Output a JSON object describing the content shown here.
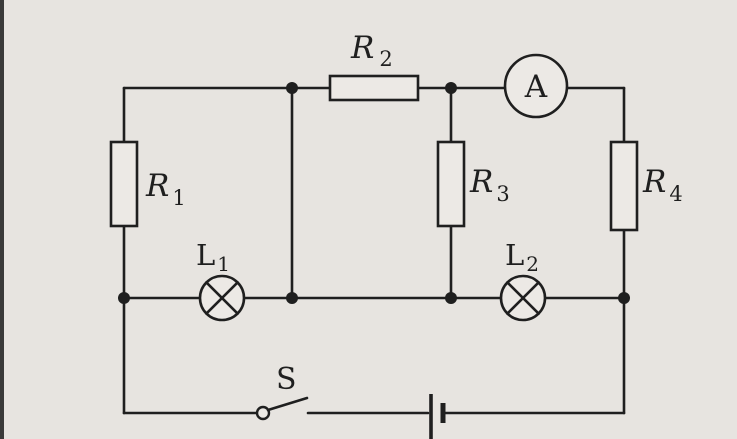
{
  "components": {
    "r1": {
      "symbol": "R",
      "sub": "1"
    },
    "r2": {
      "symbol": "R",
      "sub": "2"
    },
    "r3": {
      "symbol": "R",
      "sub": "3"
    },
    "r4": {
      "symbol": "R",
      "sub": "4"
    },
    "l1": {
      "symbol": "L",
      "sub": "1"
    },
    "l2": {
      "symbol": "L",
      "sub": "2"
    },
    "ammeter": {
      "symbol": "A"
    },
    "switch": {
      "symbol": "S"
    },
    "battery": {}
  }
}
